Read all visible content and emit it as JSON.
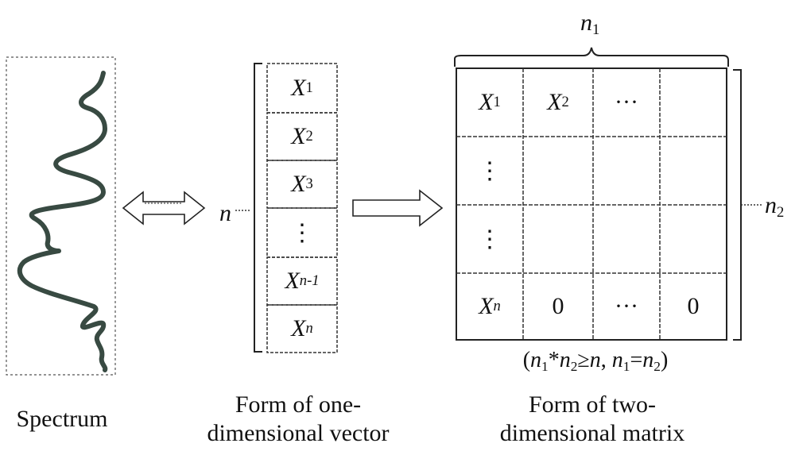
{
  "spectrum": {
    "label": "Spectrum"
  },
  "vector": {
    "n_label": "n",
    "cells": [
      "X",
      "X",
      "X",
      "⋮",
      "X",
      "X"
    ],
    "subscripts": [
      "1",
      "2",
      "3",
      "",
      "n-1",
      "n"
    ],
    "caption_line1": "Form of one-",
    "caption_line2": "dimensional vector"
  },
  "matrix": {
    "n1_label": "n",
    "n1_sub": "1",
    "n2_label": "n",
    "n2_sub": "2",
    "row1": [
      "X",
      "X",
      "···",
      ""
    ],
    "row1_subs": [
      "1",
      "2",
      "",
      ""
    ],
    "row2": [
      "⋮",
      "",
      "",
      ""
    ],
    "row3": [
      "⋮",
      "",
      "",
      ""
    ],
    "row4": [
      "X",
      "0",
      "···",
      "0"
    ],
    "row4_subs": [
      "n",
      "",
      "",
      ""
    ],
    "condition": "(n1*n2≥n, n1=n2)",
    "caption_line1": "Form of two-",
    "caption_line2": "dimensional matrix"
  }
}
